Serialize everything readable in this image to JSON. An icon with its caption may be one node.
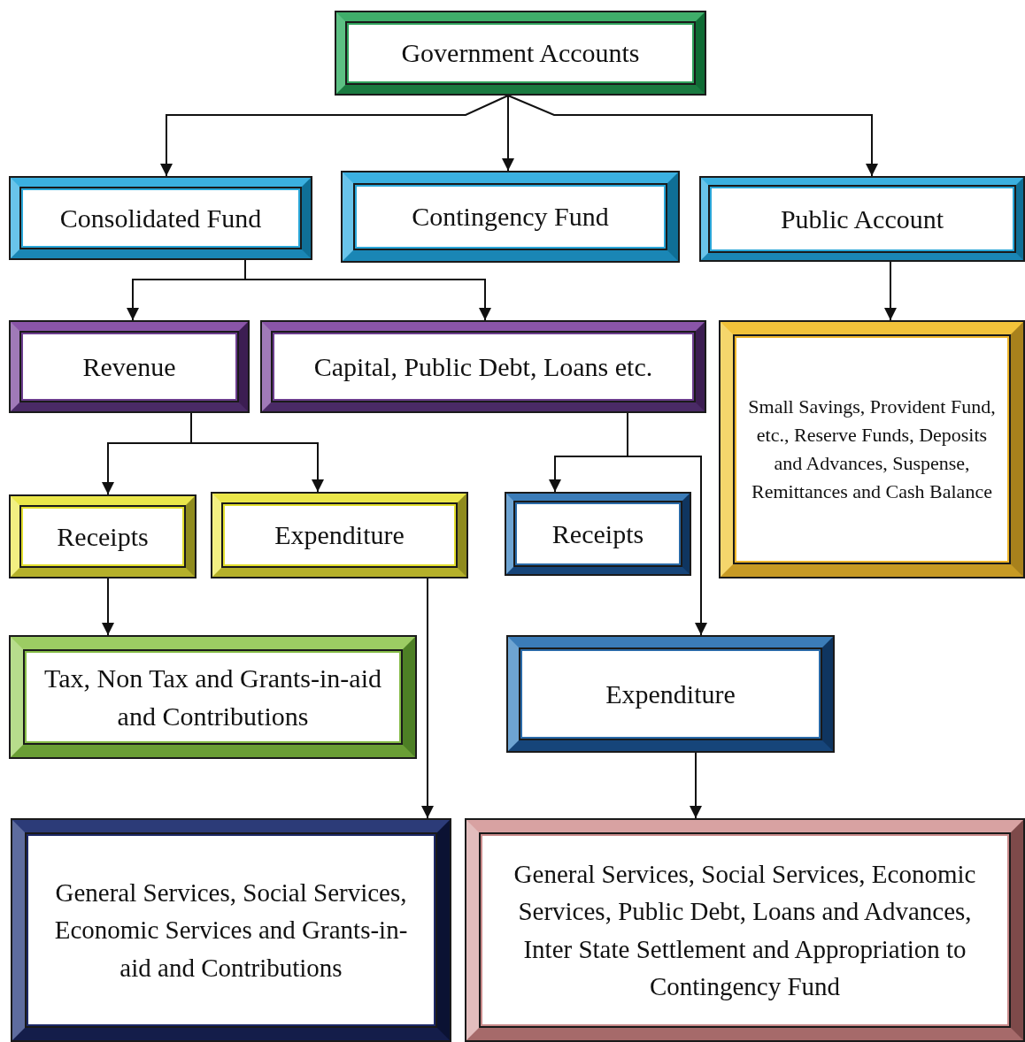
{
  "diagram": {
    "nodes": [
      {
        "text": [
          "Government Accounts"
        ]
      },
      {
        "text": [
          "Consolidated Fund"
        ]
      },
      {
        "text": [
          "Contingency Fund"
        ]
      },
      {
        "text": [
          "Public Account"
        ]
      },
      {
        "text": [
          "Revenue"
        ]
      },
      {
        "text": [
          "Capital, Public Debt, Loans etc."
        ]
      },
      {
        "text": [
          "Small Savings, Provident Fund, etc., Reserve Funds, Deposits and Advances, Suspense, Remittances and Cash Balance"
        ]
      },
      {
        "text": [
          "Receipts"
        ]
      },
      {
        "text": [
          "Expenditure"
        ]
      },
      {
        "text": [
          "Receipts"
        ]
      },
      {
        "text": [
          "Tax, Non Tax and Grants-in-aid and Contributions"
        ]
      },
      {
        "text": [
          "Expenditure"
        ]
      },
      {
        "text": [
          "General Services, Social Services, Economic Services and Grants-in-aid and Contributions"
        ]
      },
      {
        "text": [
          "General Services, Social Services, Economic Services, Public Debt, Loans and Advances, Inter State Settlement and Appropriation to Contingency Fund"
        ]
      }
    ],
    "edges": [
      {
        "from": 0,
        "to": 1,
        "arrow": "to"
      },
      {
        "from": 0,
        "to": 2,
        "arrow": "to"
      },
      {
        "from": 0,
        "to": 3,
        "arrow": "to"
      },
      {
        "from": 1,
        "to": 4,
        "arrow": "to"
      },
      {
        "from": 1,
        "to": 5,
        "arrow": "to"
      },
      {
        "from": 3,
        "to": 6,
        "arrow": "to"
      },
      {
        "from": 4,
        "to": 7,
        "arrow": "to"
      },
      {
        "from": 4,
        "to": 8,
        "arrow": "to"
      },
      {
        "from": 5,
        "to": 9,
        "arrow": "to"
      },
      {
        "from": 5,
        "to": 11,
        "arrow": "to"
      },
      {
        "from": 7,
        "to": 10,
        "arrow": "to"
      },
      {
        "from": 8,
        "to": 12,
        "arrow": "to"
      },
      {
        "from": 11,
        "to": 13,
        "arrow": "to"
      }
    ]
  }
}
